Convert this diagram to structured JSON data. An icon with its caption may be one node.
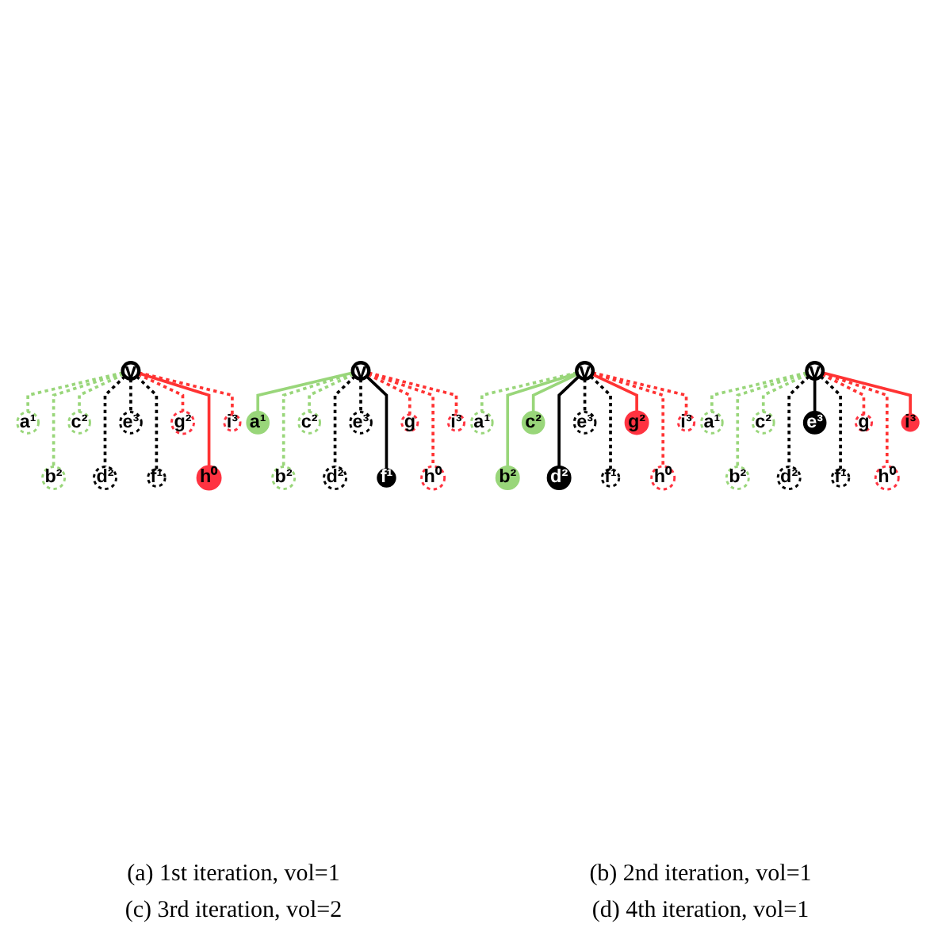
{
  "diagram": {
    "nodes": [
      {
        "text": [
          "v"
        ]
      },
      {
        "text": [
          "a¹"
        ]
      },
      {
        "text": [
          "b²"
        ]
      },
      {
        "text": [
          "c²"
        ]
      },
      {
        "text": [
          "d²"
        ]
      },
      {
        "text": [
          "e³"
        ]
      },
      {
        "text": [
          "f¹"
        ]
      },
      {
        "text": [
          "g²"
        ]
      },
      {
        "text": [
          "h⁰"
        ]
      },
      {
        "text": [
          "i³"
        ]
      },
      {
        "text": [
          "v"
        ]
      },
      {
        "text": [
          "a¹"
        ]
      },
      {
        "text": [
          "b²"
        ]
      },
      {
        "text": [
          "c²"
        ]
      },
      {
        "text": [
          "d²"
        ]
      },
      {
        "text": [
          "e³"
        ]
      },
      {
        "text": [
          "f¹"
        ]
      },
      {
        "text": [
          "g"
        ]
      },
      {
        "text": [
          "h⁰"
        ]
      },
      {
        "text": [
          "i³"
        ]
      },
      {
        "text": [
          "v"
        ]
      },
      {
        "text": [
          "a¹"
        ]
      },
      {
        "text": [
          "b²"
        ]
      },
      {
        "text": [
          "c²"
        ]
      },
      {
        "text": [
          "d²"
        ]
      },
      {
        "text": [
          "e³"
        ]
      },
      {
        "text": [
          "f¹"
        ]
      },
      {
        "text": [
          "g²"
        ]
      },
      {
        "text": [
          "h⁰"
        ]
      },
      {
        "text": [
          "i³"
        ]
      },
      {
        "text": [
          "v"
        ]
      },
      {
        "text": [
          "a¹"
        ]
      },
      {
        "text": [
          "b²"
        ]
      },
      {
        "text": [
          "c²"
        ]
      },
      {
        "text": [
          "d²"
        ]
      },
      {
        "text": [
          "e³"
        ]
      },
      {
        "text": [
          "f¹"
        ]
      },
      {
        "text": [
          "g"
        ]
      },
      {
        "text": [
          "h⁰"
        ]
      },
      {
        "text": [
          "i³"
        ]
      }
    ],
    "edges": [
      {
        "from": 0,
        "to": 1,
        "arrow": "none",
        "style": "dashed",
        "color": "#99d67a"
      },
      {
        "from": 0,
        "to": 2,
        "arrow": "none",
        "style": "dashed",
        "color": "#99d67a"
      },
      {
        "from": 0,
        "to": 3,
        "arrow": "none",
        "style": "dashed",
        "color": "#99d67a"
      },
      {
        "from": 0,
        "to": 4,
        "arrow": "none",
        "style": "dashed",
        "color": "#000000"
      },
      {
        "from": 0,
        "to": 5,
        "arrow": "none",
        "style": "dashed",
        "color": "#000000"
      },
      {
        "from": 0,
        "to": 6,
        "arrow": "none",
        "style": "dashed",
        "color": "#000000"
      },
      {
        "from": 0,
        "to": 7,
        "arrow": "none",
        "style": "dashed",
        "color": "#ff3333"
      },
      {
        "from": 0,
        "to": 8,
        "arrow": "none",
        "color": "#ff3333"
      },
      {
        "from": 0,
        "to": 9,
        "arrow": "none",
        "style": "dashed",
        "color": "#ff3333"
      },
      {
        "from": 10,
        "to": 11,
        "arrow": "none",
        "color": "#99d67a"
      },
      {
        "from": 10,
        "to": 12,
        "arrow": "none",
        "style": "dashed",
        "color": "#99d67a"
      },
      {
        "from": 10,
        "to": 13,
        "arrow": "none",
        "style": "dashed",
        "color": "#99d67a"
      },
      {
        "from": 10,
        "to": 14,
        "arrow": "none",
        "style": "dashed",
        "color": "#000000"
      },
      {
        "from": 10,
        "to": 15,
        "arrow": "none",
        "style": "dashed",
        "color": "#000000"
      },
      {
        "from": 10,
        "to": 16,
        "arrow": "none",
        "color": "#000000"
      },
      {
        "from": 10,
        "to": 17,
        "arrow": "none",
        "style": "dashed",
        "color": "#ff3333"
      },
      {
        "from": 10,
        "to": 18,
        "arrow": "none",
        "style": "dashed",
        "color": "#ff3333"
      },
      {
        "from": 10,
        "to": 19,
        "arrow": "none",
        "style": "dashed",
        "color": "#ff3333"
      },
      {
        "from": 20,
        "to": 21,
        "arrow": "none",
        "style": "dashed",
        "color": "#99d67a"
      },
      {
        "from": 20,
        "to": 22,
        "arrow": "none",
        "color": "#99d67a"
      },
      {
        "from": 20,
        "to": 23,
        "arrow": "none",
        "color": "#99d67a"
      },
      {
        "from": 20,
        "to": 24,
        "arrow": "none",
        "color": "#000000"
      },
      {
        "from": 20,
        "to": 25,
        "arrow": "none",
        "style": "dashed",
        "color": "#000000"
      },
      {
        "from": 20,
        "to": 26,
        "arrow": "none",
        "style": "dashed",
        "color": "#000000"
      },
      {
        "from": 20,
        "to": 27,
        "arrow": "none",
        "color": "#ff3333"
      },
      {
        "from": 20,
        "to": 28,
        "arrow": "none",
        "style": "dashed",
        "color": "#ff3333"
      },
      {
        "from": 20,
        "to": 29,
        "arrow": "none",
        "style": "dashed",
        "color": "#ff3333"
      },
      {
        "from": 30,
        "to": 31,
        "arrow": "none",
        "style": "dashed",
        "color": "#99d67a"
      },
      {
        "from": 30,
        "to": 32,
        "arrow": "none",
        "style": "dashed",
        "color": "#99d67a"
      },
      {
        "from": 30,
        "to": 33,
        "arrow": "none",
        "style": "dashed",
        "color": "#99d67a"
      },
      {
        "from": 30,
        "to": 34,
        "arrow": "none",
        "style": "dashed",
        "color": "#000000"
      },
      {
        "from": 30,
        "to": 35,
        "arrow": "none",
        "color": "#000000"
      },
      {
        "from": 30,
        "to": 36,
        "arrow": "none",
        "style": "dashed",
        "color": "#000000"
      },
      {
        "from": 30,
        "to": 37,
        "arrow": "none",
        "style": "dashed",
        "color": "#ff3333"
      },
      {
        "from": 30,
        "to": 38,
        "arrow": "none",
        "style": "dashed",
        "color": "#ff3333"
      },
      {
        "from": 30,
        "to": 39,
        "arrow": "none",
        "color": "#ff3333"
      }
    ],
    "labels": [
      "(a) 1st iteration, vol=1",
      "(b) 2nd iteration, vol=1",
      "(c) 3rd iteration, vol=2",
      "(d) 4th iteration, vol=1"
    ]
  }
}
